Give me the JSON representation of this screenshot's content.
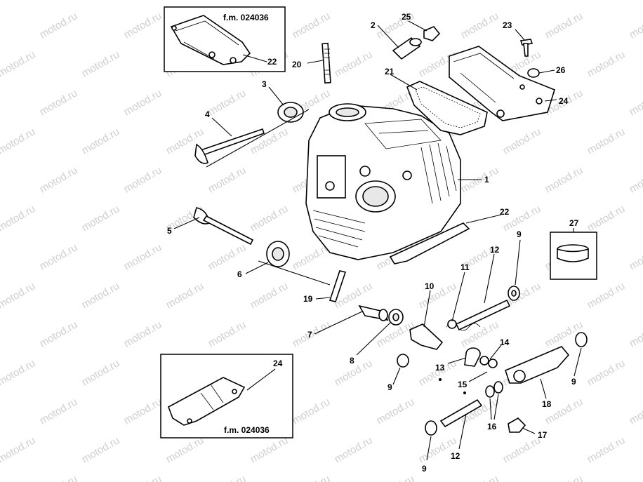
{
  "watermark": "motod.ru",
  "insets": {
    "top_left_fm": "f.m. 024036",
    "bottom_left_fm": "f.m. 024036"
  },
  "labels": {
    "p1": "1",
    "p2": "2",
    "p3": "3",
    "p4": "4",
    "p5": "5",
    "p6": "6",
    "p7": "7",
    "p8": "8",
    "p9a": "9",
    "p9b": "9",
    "p9c": "9",
    "p9d": "9",
    "p10": "10",
    "p11": "11",
    "p12a": "12",
    "p12b": "12",
    "p13": "13",
    "p14": "14",
    "p15": "15",
    "p16": "16",
    "p17": "17",
    "p18": "18",
    "p19": "19",
    "p20": "20",
    "p21": "21",
    "p22a": "22",
    "p22b": "22",
    "p23": "23",
    "p24a": "24",
    "p24b": "24",
    "p25": "25",
    "p26": "26",
    "p27": "27"
  }
}
